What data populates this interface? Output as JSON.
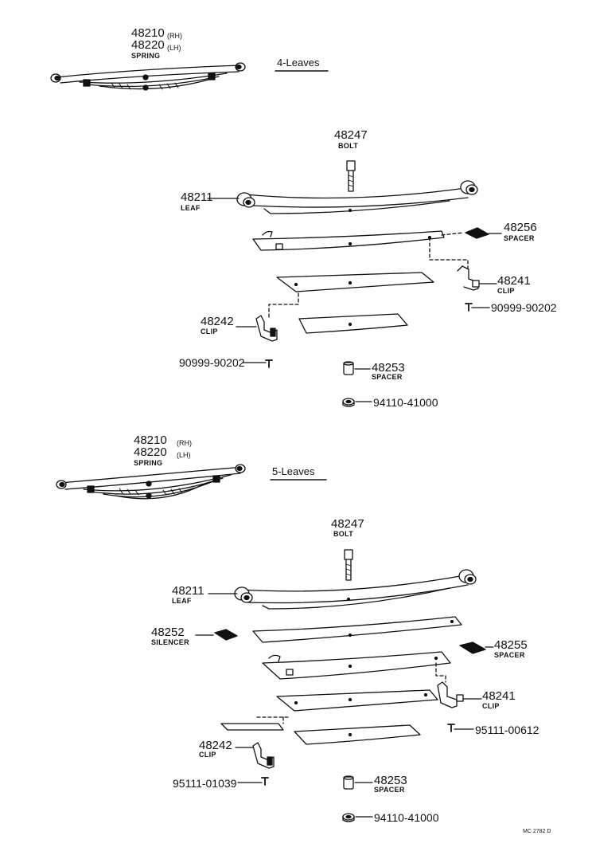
{
  "sections": [
    {
      "title": "4-Leaves",
      "spring": {
        "part_rh": "48210",
        "rh": "(RH)",
        "part_lh": "48220",
        "lh": "(LH)",
        "name": "SPRING"
      },
      "bolt": {
        "part": "48247",
        "name": "BOLT"
      },
      "leaf": {
        "part": "48211",
        "name": "LEAF"
      },
      "spacer_a": {
        "part": "48256",
        "name": "SPACER"
      },
      "clip_a": {
        "part": "48241",
        "name": "CLIP"
      },
      "rivet_a": {
        "part": "90999-90202"
      },
      "clip_b": {
        "part": "48242",
        "name": "CLIP"
      },
      "rivet_b": {
        "part": "90999-90202"
      },
      "spacer_b": {
        "part": "48253",
        "name": "SPACER"
      },
      "nut": {
        "part": "94110-41000"
      }
    },
    {
      "title": "5-Leaves",
      "spring": {
        "part_rh": "48210",
        "rh": "(RH)",
        "part_lh": "48220",
        "lh": "(LH)",
        "name": "SPRING"
      },
      "bolt": {
        "part": "48247",
        "name": "BOLT"
      },
      "leaf": {
        "part": "48211",
        "name": "LEAF"
      },
      "silencer": {
        "part": "48252",
        "name": "SILENCER"
      },
      "spacer_a": {
        "part": "48255",
        "name": "SPACER"
      },
      "clip_a": {
        "part": "48241",
        "name": "CLIP"
      },
      "rivet_a": {
        "part": "95111-00612"
      },
      "clip_b": {
        "part": "48242",
        "name": "CLIP"
      },
      "rivet_b": {
        "part": "95111-01039"
      },
      "spacer_b": {
        "part": "48253",
        "name": "SPACER"
      },
      "nut": {
        "part": "94110-41000"
      }
    }
  ],
  "reference": "MC 2782 D"
}
